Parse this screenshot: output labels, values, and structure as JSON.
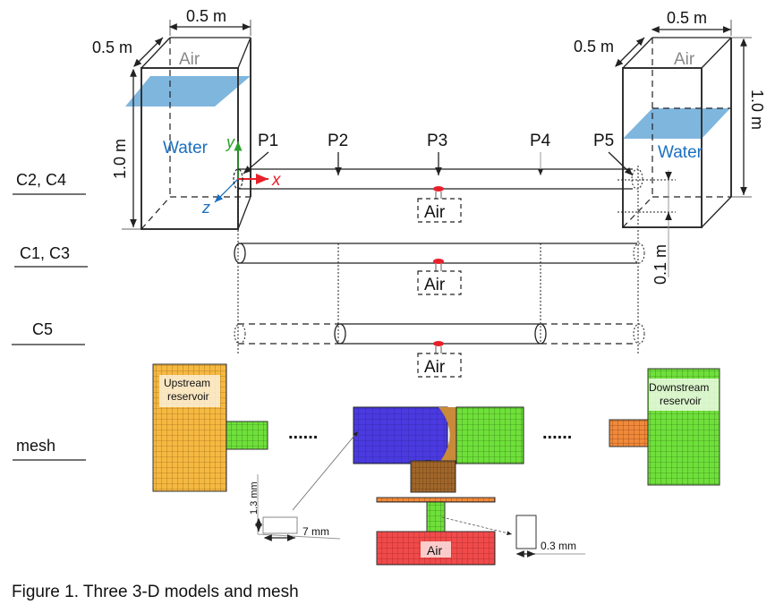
{
  "figure": {
    "caption": "Figure 1. Three 3-D models and mesh",
    "colors": {
      "water_surface": "#7fb6de",
      "water_text": "#1a6fbf",
      "air_text": "#888888",
      "axis_x": "#e8202a",
      "axis_y": "#2aa02a",
      "axis_z": "#1a6fbf",
      "air_inlet": "#e8202a",
      "mesh_orange": "#f5b841",
      "mesh_green": "#6fe03a",
      "mesh_blue": "#4a3adf",
      "mesh_red": "#f04a4a",
      "mesh_brown": "#a0662a"
    }
  },
  "reservoirs": {
    "upstream": {
      "air": "Air",
      "water": "Water",
      "width": "0.5 m",
      "depth": "0.5 m",
      "height": "1.0 m"
    },
    "downstream": {
      "air": "Air",
      "water": "Water",
      "width": "0.5 m",
      "depth": "0.5 m",
      "height": "1.0 m",
      "pipe_offset": "0.1 m"
    }
  },
  "axes": {
    "x": "x",
    "y": "y",
    "z": "z"
  },
  "points": [
    "P1",
    "P2",
    "P3",
    "P4",
    "P5"
  ],
  "cases": [
    {
      "label": "C2, C4",
      "air": "Air"
    },
    {
      "label": "C1, C3",
      "air": "Air"
    },
    {
      "label": "C5",
      "air": "Air"
    }
  ],
  "mesh": {
    "label": "mesh",
    "upstream_label_line1": "Upstream",
    "upstream_label_line2": "reservoir",
    "downstream_label_line1": "Downstream",
    "downstream_label_line2": "reservoir",
    "ellipsis": "......",
    "cell_height": "1.3 mm",
    "cell_length": "7 mm",
    "inlet_width": "0.3 mm",
    "air": "Air"
  }
}
